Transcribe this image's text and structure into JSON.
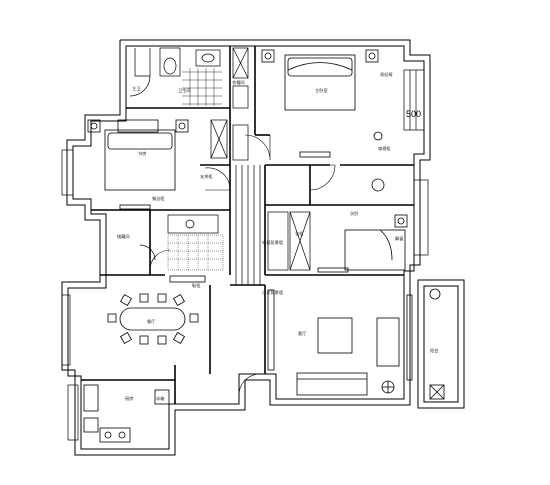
{
  "labels": {
    "bathroom": "卫生间",
    "master_bath": "主卫",
    "walk_in_closet": "衣帽间",
    "master_bedroom": "主卧室",
    "master_chair": "贵妃椅",
    "tv_cabinet": "电视柜",
    "guest_bedroom": "次卧",
    "guest_closet": "衣柜",
    "guest_window": "飘窗",
    "study": "书房",
    "storage": "储藏间",
    "dining_room": "餐厅",
    "kitchen": "厨房",
    "fridge": "冰箱",
    "living_room": "客厅",
    "balcony": "阳台",
    "foyer_cabinet": "鞋柜",
    "sideboard": "餐边柜",
    "sofa_wall": "沙发背景墙",
    "tv_wall": "电视背景墙",
    "hall_closet": "玄关柜"
  },
  "dimension": "500"
}
